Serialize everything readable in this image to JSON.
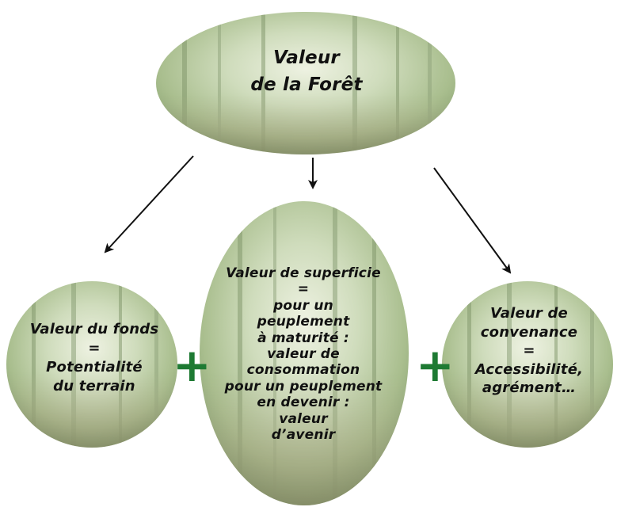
{
  "diagram": {
    "top_node": {
      "lines": [
        "Valeur",
        "de la Forêt"
      ]
    },
    "left_node": {
      "lines": [
        "Valeur du fonds",
        "=",
        "Potentialité",
        "du terrain"
      ]
    },
    "center_node": {
      "lines": [
        "Valeur de superficie",
        "=",
        "pour un",
        "peuplement",
        "à maturité :",
        "valeur de",
        "consommation",
        "pour un peuplement",
        "en devenir :",
        "valeur",
        "d’avenir"
      ]
    },
    "right_node": {
      "lines": [
        "Valeur de",
        "convenance",
        "=",
        "Accessibilité,",
        "agrément…"
      ]
    },
    "operators": {
      "left": "+",
      "right": "+"
    },
    "colors": {
      "plus": "#1e7a33",
      "arrow": "#111111",
      "text": "#111111",
      "forest_light": "#dfe8cf",
      "forest_mid": "#a9be8e",
      "forest_dark": "#6f8a5d",
      "wood": "#8a7a63"
    }
  }
}
